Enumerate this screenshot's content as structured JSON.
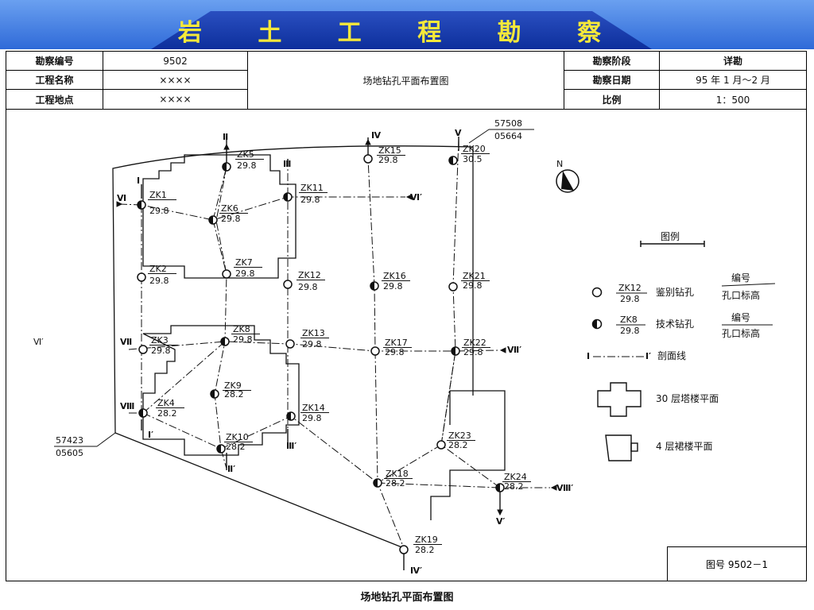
{
  "banner": {
    "title": "岩 土 工 程 勘 察"
  },
  "header": {
    "left": [
      {
        "label": "勘察编号",
        "value": "9502"
      },
      {
        "label": "工程名称",
        "value": "××××"
      },
      {
        "label": "工程地点",
        "value": "××××"
      }
    ],
    "center_title": "场地钻孔平面布置图",
    "right": [
      {
        "label": "勘察阶段",
        "value": "详勘"
      },
      {
        "label": "勘察日期",
        "value": "95 年 1 月～2 月"
      },
      {
        "label": "比例",
        "value": "1：500"
      }
    ]
  },
  "boreholes": [
    {
      "id": "ZK1",
      "elev": "29.8",
      "type": "tech"
    },
    {
      "id": "ZK2",
      "elev": "29.8",
      "type": "ident"
    },
    {
      "id": "ZK3",
      "elev": "29.8",
      "type": "ident"
    },
    {
      "id": "ZK4",
      "elev": "28.2",
      "type": "tech"
    },
    {
      "id": "ZK5",
      "elev": "29.8",
      "type": "tech"
    },
    {
      "id": "ZK6",
      "elev": "29.8",
      "type": "tech"
    },
    {
      "id": "ZK7",
      "elev": "29.8",
      "type": "ident"
    },
    {
      "id": "ZK8",
      "elev": "29.8",
      "type": "tech"
    },
    {
      "id": "ZK9",
      "elev": "28.2",
      "type": "tech"
    },
    {
      "id": "ZK10",
      "elev": "28.2",
      "type": "tech"
    },
    {
      "id": "ZK11",
      "elev": "29.8",
      "type": "tech"
    },
    {
      "id": "ZK12",
      "elev": "29.8",
      "type": "ident"
    },
    {
      "id": "ZK13",
      "elev": "29.8",
      "type": "ident"
    },
    {
      "id": "ZK14",
      "elev": "29.8",
      "type": "tech"
    },
    {
      "id": "ZK15",
      "elev": "29.8",
      "type": "ident"
    },
    {
      "id": "ZK16",
      "elev": "29.8",
      "type": "tech"
    },
    {
      "id": "ZK17",
      "elev": "29.8",
      "type": "ident"
    },
    {
      "id": "ZK18",
      "elev": "28.2",
      "type": "tech"
    },
    {
      "id": "ZK19",
      "elev": "28.2",
      "type": "ident"
    },
    {
      "id": "ZK20",
      "elev": "30.5",
      "type": "tech"
    },
    {
      "id": "ZK21",
      "elev": "29.8",
      "type": "ident"
    },
    {
      "id": "ZK22",
      "elev": "29.8",
      "type": "tech"
    },
    {
      "id": "ZK23",
      "elev": "28.2",
      "type": "ident"
    },
    {
      "id": "ZK24",
      "elev": "28.2",
      "type": "tech"
    }
  ],
  "sections": {
    "I_top": "Ⅰ",
    "I_bot": "Ⅰ′",
    "II_top": "Ⅱ",
    "II_bot": "Ⅱ′",
    "III_top": "Ⅲ",
    "III_bot": "Ⅲ′",
    "IV_top": "Ⅳ",
    "IV_bot": "Ⅳ′",
    "V_top": "Ⅴ",
    "V_bot": "Ⅴ′",
    "VI_left": "Ⅵ",
    "VI_right": "Ⅵ′",
    "VII_left": "Ⅶ",
    "VII_right": "Ⅶ′",
    "VIII_left": "Ⅷ",
    "VIII_right": "Ⅷ′",
    "stray_left": "Ⅵ′"
  },
  "coords": {
    "top_right": {
      "a": "57508",
      "b": "05664"
    },
    "bottom_left": {
      "a": "57423",
      "b": "05605"
    }
  },
  "north": "N",
  "legend": {
    "title": "图例",
    "ident": {
      "id": "ZK12",
      "elev": "29.8",
      "label": "鉴别钻孔",
      "top": "编号",
      "bottom": "孔口标高"
    },
    "tech": {
      "id": "ZK8",
      "elev": "29.8",
      "label": "技术钻孔",
      "top": "编号",
      "bottom": "孔口标高"
    },
    "section": {
      "left": "Ⅰ",
      "right": "Ⅰ′",
      "label": "剖面线"
    },
    "tower": "30 层塔楼平面",
    "podium": "4 层裙楼平面"
  },
  "drawing_number": "图号 9502－1",
  "caption": "场地钻孔平面布置图"
}
